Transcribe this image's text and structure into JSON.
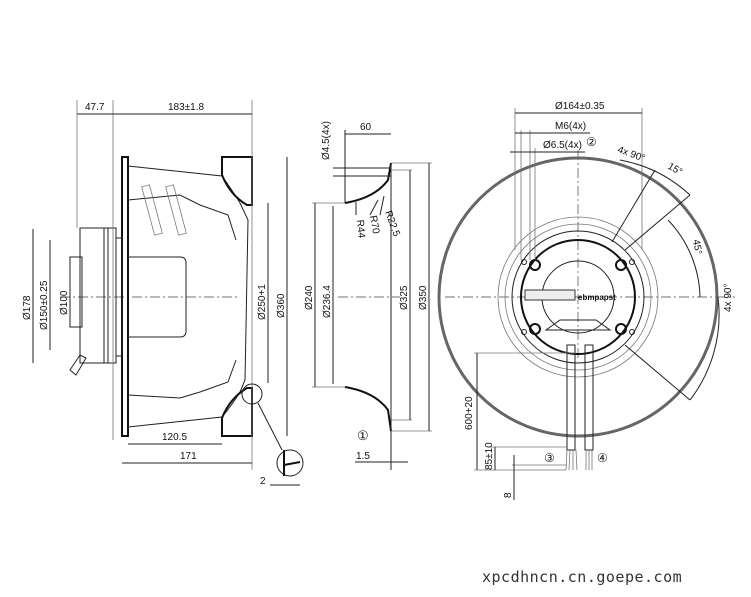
{
  "side_view": {
    "dim_47_7": "47.7",
    "dim_183": "183±1.8",
    "dim_d178": "Ø178",
    "dim_d150": "Ø150±0.25",
    "dim_d100": "Ø100",
    "dim_d250": "Ø250+1",
    "dim_d360": "Ø360",
    "dim_120_5": "120.5",
    "dim_171": "171",
    "dim_2": "2"
  },
  "inlet_ring": {
    "dim_d4_5": "Ø4.5(4x)",
    "dim_60": "60",
    "dim_r22_5": "R22.5",
    "dim_r70": "R70",
    "dim_r44": "R44",
    "dim_d240": "Ø240",
    "dim_d236_4": "Ø236.4",
    "dim_d325": "Ø325",
    "dim_d350": "Ø350",
    "callout_1": "①",
    "dim_1_5": "1.5"
  },
  "front_view": {
    "dim_d164": "Ø164±0.35",
    "dim_m6": "M6(4x)",
    "dim_d6_5": "Ø6.5(4x)",
    "callout_2": "②",
    "angle_4x90_top": "4x 90°",
    "angle_15": "15°",
    "angle_45": "45°",
    "angle_4x90_right": "4x 90°",
    "brand_label": "ebmpapst",
    "dim_600": "600+20",
    "dim_85": "85±10",
    "dim_8": "8",
    "callout_3": "③",
    "callout_4": "④"
  },
  "watermark": "xpcdhncn.cn.goepe.com"
}
